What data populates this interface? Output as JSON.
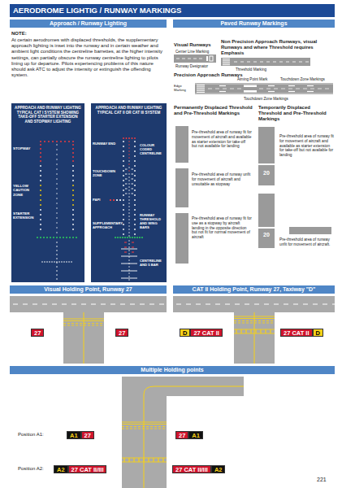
{
  "diagram": {
    "title": "AERODROME LIGHTIG / RUNWAY MARKINGS",
    "nodes": [
      {
        "text": [
          "Approach / Runway Lighting"
        ]
      },
      {
        "text": [
          "Paved Runway Markings"
        ]
      },
      {
        "text": [
          "APPROACH AND RUNWAY LIGHTING TYPICAL CAT I SYSTEM SHOWING TAKE-OFF STARTER EXTENSION AND STOPWAY LIGHTING"
        ]
      },
      {
        "text": [
          "APPROACH AND RUNWAY LIGHTING TYPICAL CAT II OR CAT III SYSTEM"
        ]
      },
      {
        "text": [
          "Visual Holding Point, Runway 27"
        ]
      },
      {
        "text": [
          "CAT II Holding Point, Runway 27, Taxiway \"D\""
        ]
      },
      {
        "text": [
          "Multiple Holding points"
        ]
      },
      {
        "text": [
          "27"
        ]
      },
      {
        "text": [
          "27"
        ]
      },
      {
        "text": [
          "D"
        ]
      },
      {
        "text": [
          "27 CAT II"
        ]
      },
      {
        "text": [
          "27 CAT II"
        ]
      },
      {
        "text": [
          "D"
        ]
      },
      {
        "text": [
          "A1"
        ]
      },
      {
        "text": [
          "27"
        ]
      },
      {
        "text": [
          "27"
        ]
      },
      {
        "text": [
          "A1"
        ]
      },
      {
        "text": [
          "A2"
        ]
      },
      {
        "text": [
          "27 CAT II/III"
        ]
      },
      {
        "text": [
          "27 CAT II/III"
        ]
      },
      {
        "text": [
          "A2"
        ]
      }
    ],
    "labels": [
      "NOTE:",
      "At certain aerodromes with displaced thresholds, the supplementary approach lighting is inset into the runway and in certain weather and ambient light conditions the centreline barrettes, at the higher intensity settings, can partially obscure the runway centreline lighting to pilots lining up for departure. Pilots experiencing problems of this nature should ask ATC to adjust the intensity or extinguish the offending system.",
      "STOPWAY",
      "YELLOW CAUTION ZONE",
      "STARTER EXTENSION",
      "RUNWAY END",
      "COLOUR CODED CENTRELINE",
      "TOUCHDOWN ZONE",
      "PAPI",
      "SUPPLEMENTARY APPROACH",
      "RUNWAY THRESHOLD AND WING BARS",
      "CENTRELINE AND 5 BAR",
      "Visual Runways",
      "Center Line Marking",
      "Runway Designator",
      "Non Precision Approach Runways, visual Runways and where Threshold requires Emphasis",
      "Threshold Marking",
      "Precision Approach Runways",
      "Edge Marking",
      "Aiming Point Mark",
      "Touchdown Zone Markings",
      "Touchdown Zone Markings",
      "Permanently Displaced Threshold and Pre-Threshold Markings",
      "Temporarily Displaced Threshold and Pre-Threshold Markings",
      "Pre-threshold area of runway fit for movement of aircraft and available as starter extension for take-off but not available for landing",
      "Pre-threshold area of runway unfit for movement of aircraft and unsuitable as stopway",
      "Pre-threshold area of runway fit for use as a stopway by aircraft landing in the opposite direction but not fit for normal movement of aircraft",
      "Pre-threshold area of runway fit for movement of aircraft and available as starter extension for take-off but not available for landing",
      "Pre-threshold area of runway unfit for movement of aircraft.",
      "20",
      "20",
      "Position A1:",
      "Position A2:",
      "221"
    ]
  }
}
